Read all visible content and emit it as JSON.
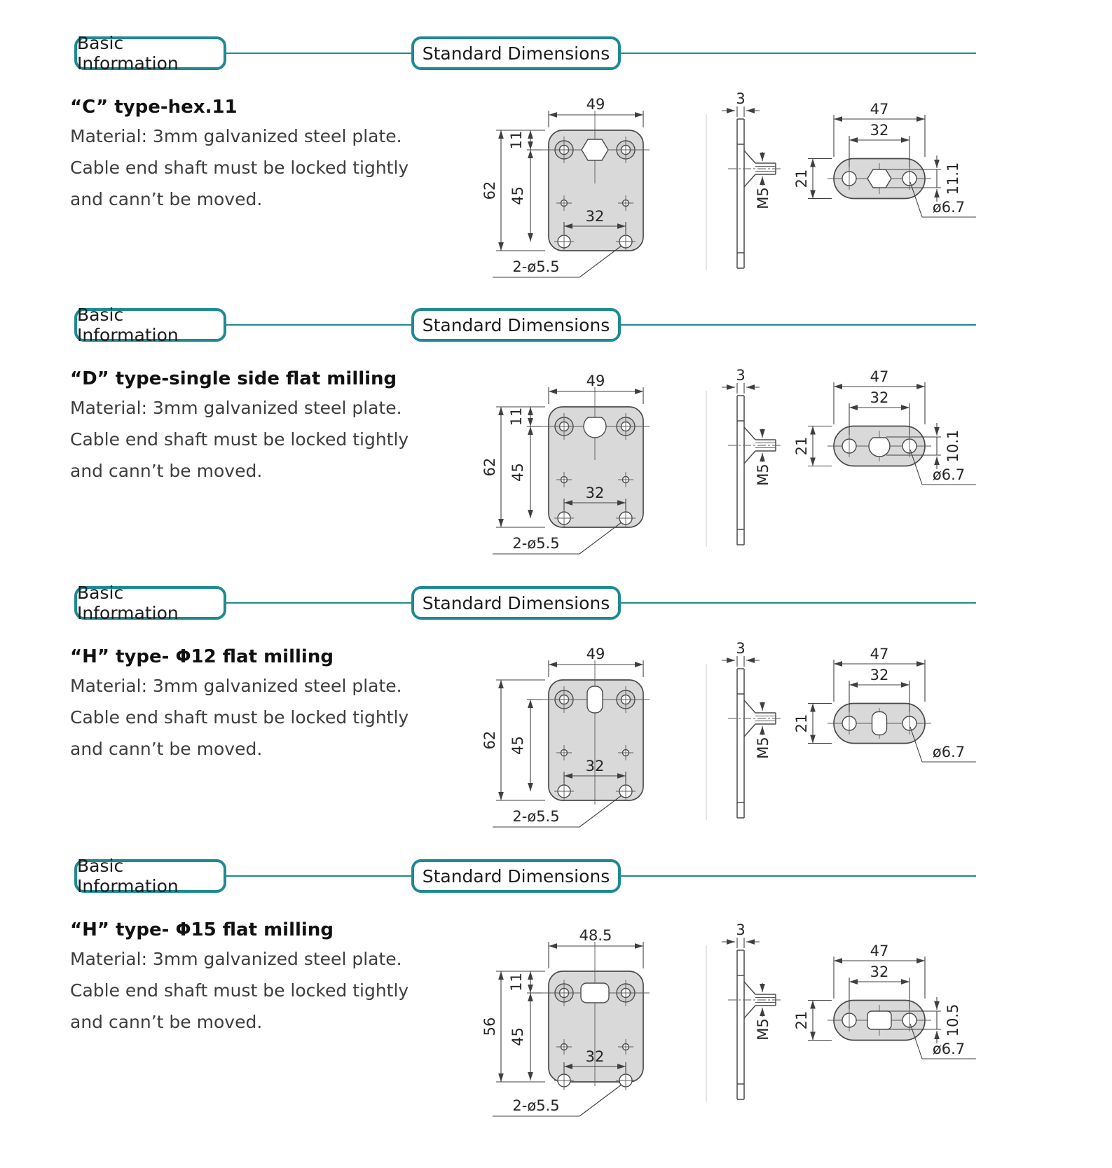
{
  "page": {
    "background": "#ffffff",
    "accent_teal": "#1e8a91",
    "heading_text_color": "#1c1c1c",
    "body_text_color": "#3d3d3d",
    "drawing_fill_gray": "#d9d9d9"
  },
  "headers": {
    "left": "Basic Information",
    "right": "Standard Dimensions"
  },
  "sections": [
    {
      "title": "“C” type-hex.11",
      "body": [
        "Material: 3mm galvanized steel plate.",
        "Cable end shaft must be locked tightly",
        "and cann’t be moved."
      ],
      "drawing": {
        "front": {
          "width": "49",
          "height": "62",
          "row_offset": "11",
          "inner_height": "45",
          "hole_span": "32",
          "holes_callout": "2-ø5.5",
          "center_hole": "hex"
        },
        "side": {
          "thickness": "3",
          "thread": "M5"
        },
        "end": {
          "width": "47",
          "hole_span": "32",
          "height": "21",
          "center_dim": "11.1",
          "hole_callout": "ø6.7",
          "center_hole": "hex"
        }
      }
    },
    {
      "title": "“D” type-single side flat milling",
      "body": [
        "Material: 3mm galvanized steel plate.",
        "Cable end shaft must be locked tightly",
        "and cann’t be moved."
      ],
      "drawing": {
        "front": {
          "width": "49",
          "height": "62",
          "row_offset": "11",
          "inner_height": "45",
          "hole_span": "32",
          "holes_callout": "2-ø5.5",
          "center_hole": "d-flat"
        },
        "side": {
          "thickness": "3",
          "thread": "M5"
        },
        "end": {
          "width": "47",
          "hole_span": "32",
          "height": "21",
          "center_dim": "10.1",
          "hole_callout": "ø6.7",
          "center_hole": "d-flat"
        }
      }
    },
    {
      "title": "“H” type- Φ12 flat milling",
      "body": [
        "Material: 3mm galvanized steel plate.",
        "Cable end shaft must be locked tightly",
        "and cann’t be moved."
      ],
      "drawing": {
        "front": {
          "width": "49",
          "height": "62",
          "row_offset": null,
          "inner_height": "45",
          "hole_span": "32",
          "holes_callout": "2-ø5.5",
          "center_hole": "slot-vertical"
        },
        "side": {
          "thickness": "3",
          "thread": "M5"
        },
        "end": {
          "width": "47",
          "hole_span": "32",
          "height": "21",
          "center_dim": null,
          "hole_callout": "ø6.7",
          "center_hole": "slot-vertical"
        }
      }
    },
    {
      "title": "“H” type- Φ15 flat milling",
      "body": [
        "Material: 3mm galvanized steel plate.",
        "Cable end shaft must be locked tightly",
        "and cann’t be moved."
      ],
      "drawing": {
        "front": {
          "width": "48.5",
          "height": "56",
          "row_offset": "11",
          "inner_height": "45",
          "hole_span": "32",
          "holes_callout": "2-ø5.5",
          "center_hole": "slot-horizontal"
        },
        "side": {
          "thickness": "3",
          "thread": "M5"
        },
        "end": {
          "width": "47",
          "hole_span": "32",
          "height": "21",
          "center_dim": "10.5",
          "hole_callout": "ø6.7",
          "center_hole": "slot-horizontal"
        }
      }
    }
  ]
}
